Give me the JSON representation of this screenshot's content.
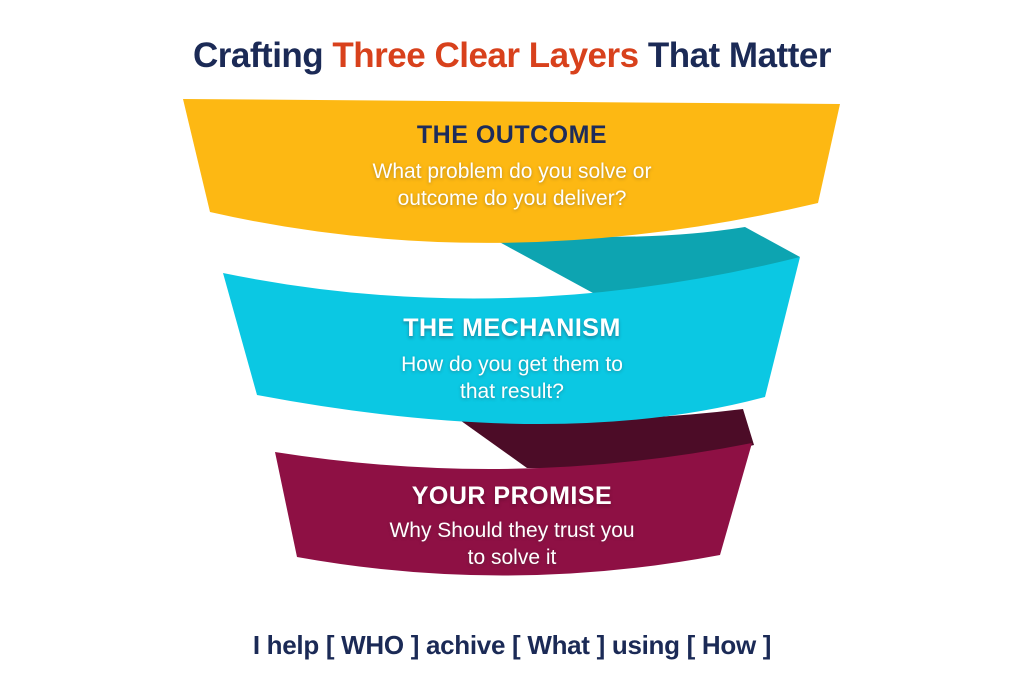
{
  "title": {
    "prefix": "Crafting",
    "highlight": "Three Clear Layers",
    "suffix": "That Matter"
  },
  "funnel": {
    "layers": [
      {
        "heading": "THE OUTCOME",
        "description_line1": "What problem do you solve or",
        "description_line2": "outcome do you deliver?",
        "ribbon_color": "#FDB813"
      },
      {
        "heading": "THE MECHANISM",
        "description_line1": "How do you get them to",
        "description_line2": "that result?",
        "ribbon_color": "#0BC8E3"
      },
      {
        "heading": "YOUR PROMISE",
        "description_line1": "Why Should they trust you",
        "description_line2": "to solve it",
        "ribbon_color": "#8E1044"
      }
    ],
    "folds": [
      {
        "name": "outcome-to-mechanism-fold",
        "color": "#0DA4B1"
      },
      {
        "name": "mechanism-to-promise-fold",
        "color": "#4C0C27"
      }
    ]
  },
  "footer": {
    "text": "I help [ WHO ] achive [ What ] using [ How ]"
  },
  "colors": {
    "background": "#FFFFFF",
    "navy_text": "#1B2A56",
    "orange_highlight": "#D8411C",
    "white_text": "#FFFFFF"
  }
}
